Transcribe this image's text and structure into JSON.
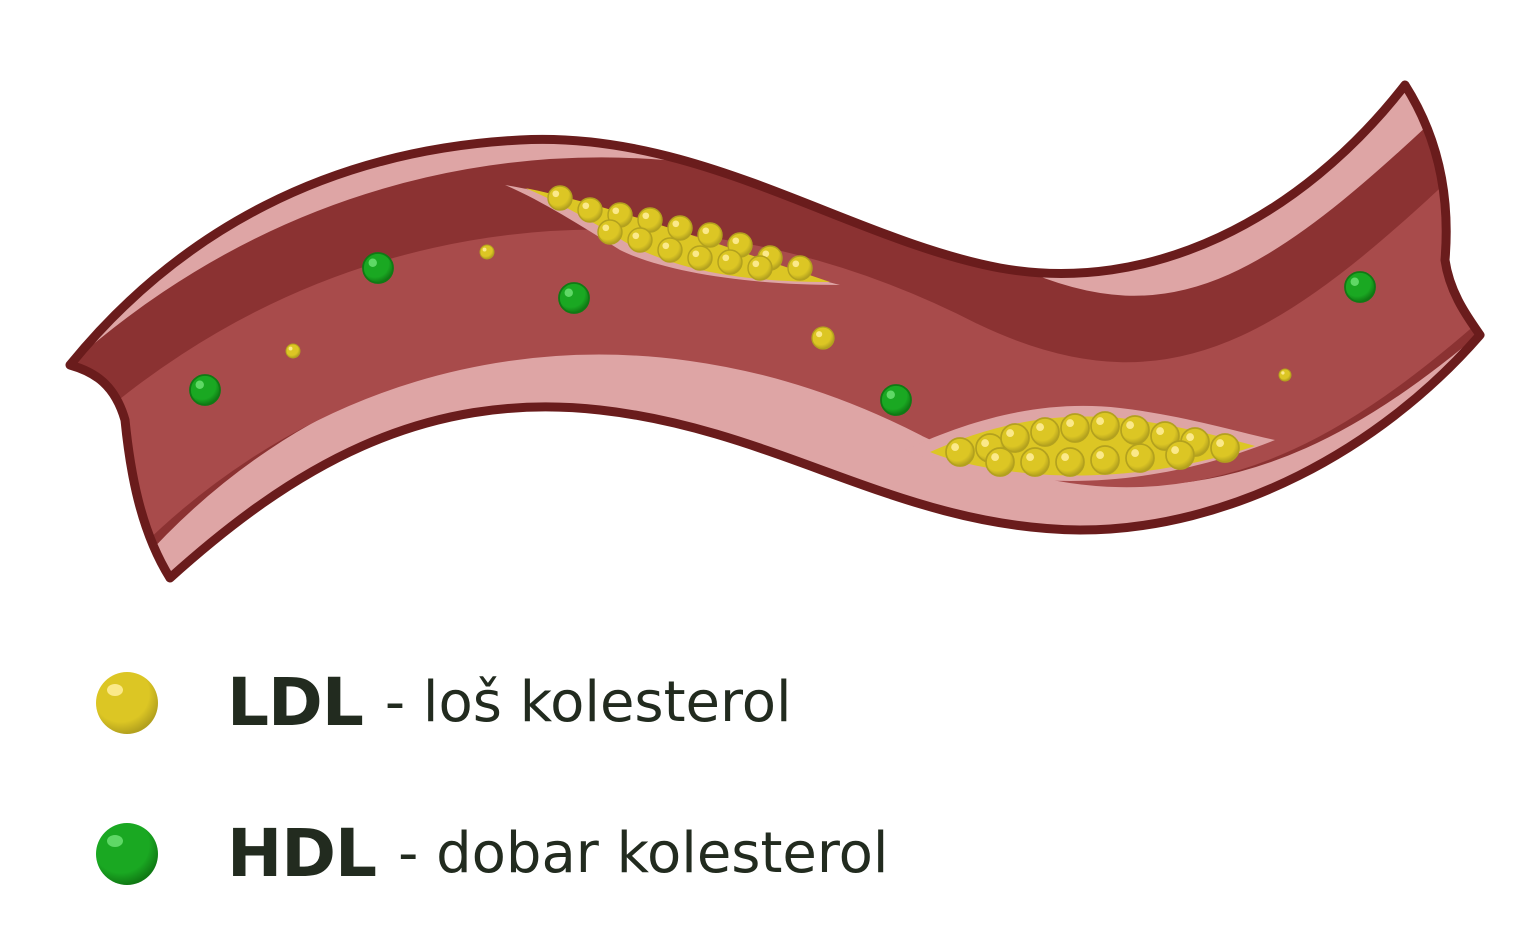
{
  "colors": {
    "outline": "#6a1c1c",
    "outer_wall": "#dea5a5",
    "inner_wall": "#8b3232",
    "lumen": "#a84b4b",
    "ldl": "#dcc624",
    "hdl": "#1aa822",
    "text": "#222b1f"
  },
  "legend": [
    {
      "abbr": "LDL",
      "desc": "- loš kolesterol",
      "icon": "yellow-sphere"
    },
    {
      "abbr": "HDL",
      "desc": "- dobar kolesterol",
      "icon": "green-sphere"
    }
  ]
}
